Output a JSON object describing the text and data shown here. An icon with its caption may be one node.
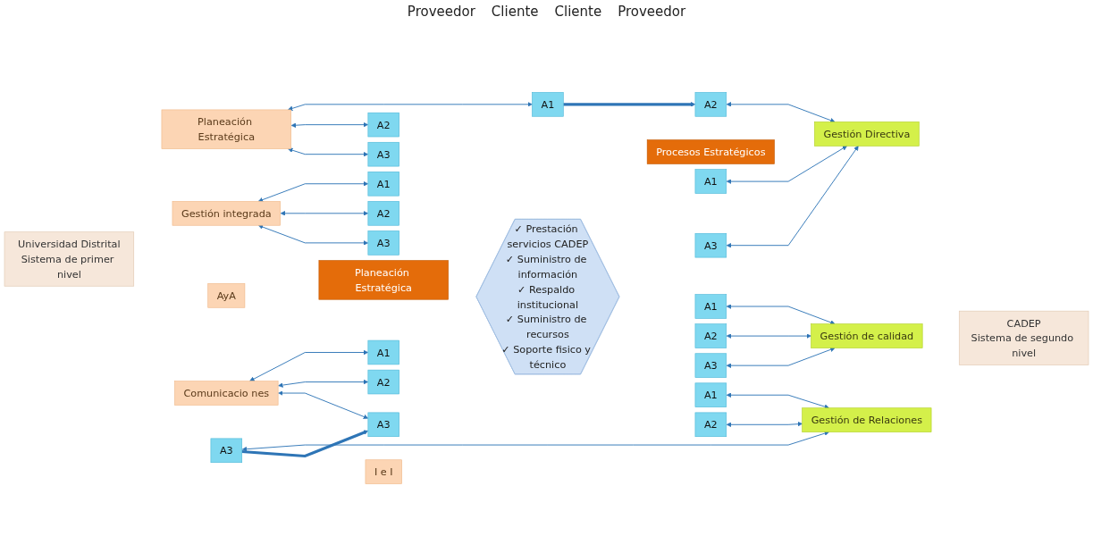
{
  "diagram": {
    "nodes": [
      {
        "text": [
          "Universidad Distrital",
          "Sistema de primer nivel"
        ]
      },
      {
        "text": [
          "Planeación Estratégica"
        ]
      },
      {
        "text": [
          "Procesos Estratégicos"
        ]
      },
      {
        "text": [
          "CADEP",
          "Sistema de segundo nivel"
        ]
      },
      {
        "text": [
          "Planeación Estratégica"
        ]
      },
      {
        "text": [
          "A1"
        ]
      },
      {
        "text": [
          "A2"
        ]
      },
      {
        "text": [
          "A3"
        ]
      },
      {
        "text": [
          "Gestión integrada"
        ]
      },
      {
        "text": [
          "A1"
        ]
      },
      {
        "text": [
          "A2"
        ]
      },
      {
        "text": [
          "A3"
        ]
      },
      {
        "text": [
          "AyA"
        ]
      },
      {
        "text": [
          "Comunicacio nes"
        ]
      },
      {
        "text": [
          "A1"
        ]
      },
      {
        "text": [
          "A2"
        ]
      },
      {
        "text": [
          "A3"
        ]
      },
      {
        "text": [
          "I e I"
        ]
      },
      {
        "text": [
          "✓ Prestación servicios CADEP",
          "✓ Suministro de información",
          "✓ Respaldo institucional",
          "✓ Suministro de recursos",
          "✓ Soporte fisico y técnico"
        ]
      },
      {
        "text": [
          "A1"
        ]
      },
      {
        "text": [
          "A2"
        ]
      },
      {
        "text": [
          "A3"
        ]
      },
      {
        "text": [
          "Gestión Directiva"
        ]
      },
      {
        "text": [
          "A1"
        ]
      },
      {
        "text": [
          "A2"
        ]
      },
      {
        "text": [
          "A3"
        ]
      },
      {
        "text": [
          "Gestión de calidad"
        ]
      },
      {
        "text": [
          "A1"
        ]
      },
      {
        "text": [
          "A2"
        ]
      },
      {
        "text": [
          "A3"
        ]
      },
      {
        "text": [
          "Gestión de Relaciones"
        ]
      }
    ],
    "edges": [
      {
        "from": 4,
        "to": 5,
        "arrow": "both"
      },
      {
        "from": 4,
        "to": 6,
        "arrow": "both"
      },
      {
        "from": 4,
        "to": 7,
        "arrow": "both"
      },
      {
        "from": 8,
        "to": 9,
        "arrow": "both"
      },
      {
        "from": 8,
        "to": 10,
        "arrow": "both"
      },
      {
        "from": 8,
        "to": 11,
        "arrow": "both"
      },
      {
        "from": 13,
        "to": 14,
        "arrow": "both"
      },
      {
        "from": 13,
        "to": 15,
        "arrow": "both"
      },
      {
        "from": 13,
        "to": 16,
        "arrow": "both"
      },
      {
        "from": 5,
        "to": 20,
        "arrow": "to",
        "style": "thick"
      },
      {
        "from": 19,
        "to": 22,
        "arrow": "both"
      },
      {
        "from": 20,
        "to": 22,
        "arrow": "both"
      },
      {
        "from": 21,
        "to": 22,
        "arrow": "both"
      },
      {
        "from": 23,
        "to": 26,
        "arrow": "both"
      },
      {
        "from": 24,
        "to": 26,
        "arrow": "both"
      },
      {
        "from": 25,
        "to": 26,
        "arrow": "both"
      },
      {
        "from": 27,
        "to": 30,
        "arrow": "both"
      },
      {
        "from": 28,
        "to": 30,
        "arrow": "both"
      },
      {
        "from": 29,
        "to": 30,
        "arrow": "both"
      },
      {
        "from": 29,
        "to": 16,
        "arrow": "to",
        "style": "thick"
      }
    ],
    "labels": [
      "Proveedor",
      "Cliente",
      "Cliente",
      "Proveedor"
    ]
  }
}
